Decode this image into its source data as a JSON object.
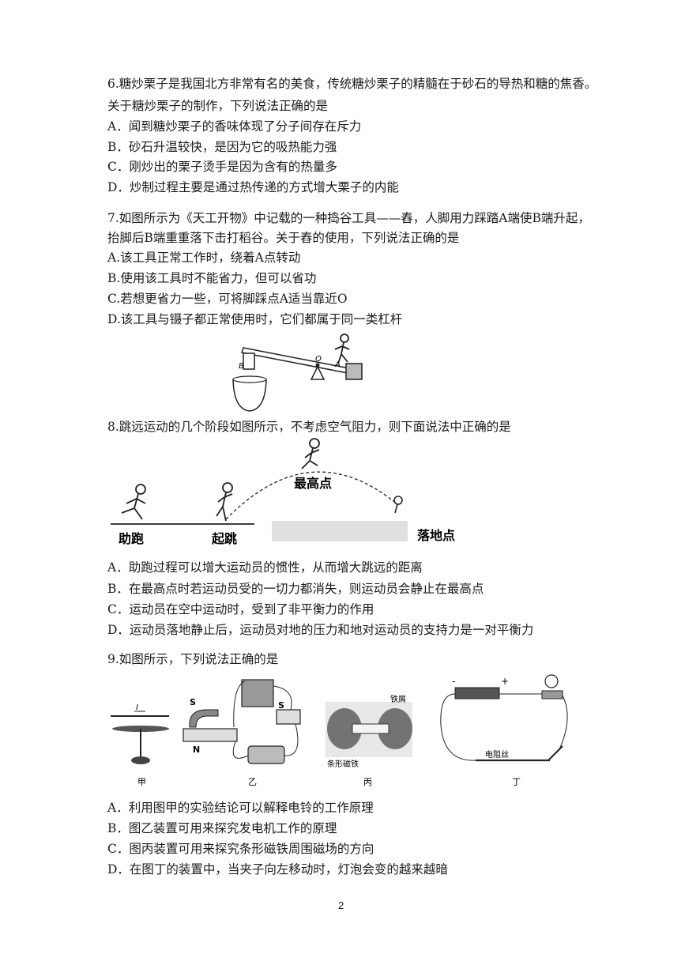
{
  "q6": {
    "stem1": "6.糖炒栗子是我国北方非常有名的美食，传统糖炒栗子的精髓在于砂石的导热和糖的焦香。",
    "stem2": "关于糖炒栗子的制作，下列说法正确的是",
    "A": "A．闻到糖炒栗子的香味体现了分子间存在斥力",
    "B": "B．砂石升温较快，是因为它的吸热能力强",
    "C": "C．刚炒出的栗子烫手是因为含有的热量多",
    "D": "D．炒制过程主要是通过热传递的方式增大栗子的内能"
  },
  "q7": {
    "stem1": "7.如图所示为《天工开物》中记载的一种捣谷工具——舂，人脚用力踩踏A端使B端升起，",
    "stem2": "抬脚后B端重重落下击打稻谷。关于舂的使用，下列说法正确的是",
    "A": "A.该工具正常工作时，绕着A点转动",
    "B": "B.使用该工具时不能省力，但可以省功",
    "C": "C.若想更省力一些，可将脚踩点A适当靠近O",
    "D": "D.该工具与镊子都正常使用时，它们都属于同一类杠杆",
    "fig": {
      "label_b": "B",
      "label_o": "O",
      "label_a": "A"
    }
  },
  "q8": {
    "stem": "8.跳远运动的几个阶段如图所示，不考虑空气阻力，则下面说法中正确的是",
    "fig": {
      "run": "助跑",
      "jump": "起跳",
      "top": "最高点",
      "land": "落地点"
    },
    "A": "A．助跑过程可以增大运动员的惯性，从而增大跳远的距离",
    "B": "B．在最高点时若运动员受的一切力都消失，则运动员会静止在最高点",
    "C": "C．运动员在空中运动时，受到了非平衡力的作用",
    "D": "D．运动员落地静止后，运动员对地的压力和地对运动员的支持力是一对平衡力"
  },
  "q9": {
    "stem": "9.如图所示，下列说法正确的是",
    "fig": {
      "current": "I",
      "s_top": "S",
      "n_label": "N",
      "switch_s": "S",
      "iron": "铁屑",
      "magnet": "条形磁铁",
      "wire": "电阻丝",
      "minus": "-",
      "plus": "+",
      "cap_jia": "甲",
      "cap_yi": "乙",
      "cap_bing": "丙",
      "cap_ding": "丁"
    },
    "A": "A．利用图甲的实验结论可以解释电铃的工作原理",
    "B": "B．图乙装置可用来探究发电机工作的原理",
    "C": "C．图丙装置可用来探究条形磁铁周围磁场的方向",
    "D": "D．在图丁的装置中，当夹子向左移动时，灯泡会变的越来越暗"
  },
  "page_number": "2"
}
